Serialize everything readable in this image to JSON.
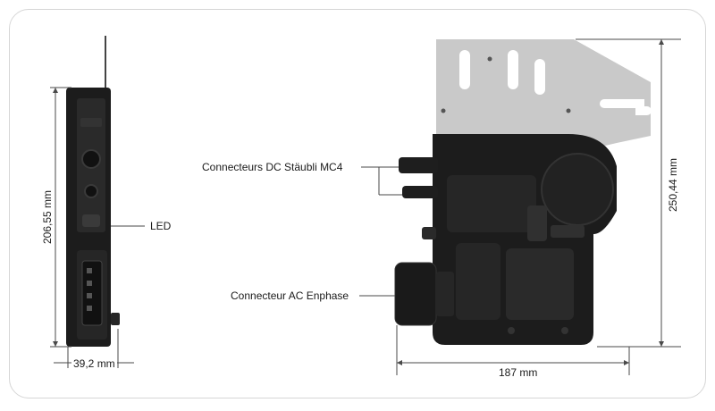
{
  "annotations": {
    "led": "LED",
    "dc_connectors": "Connecteurs DC Stäubli MC4",
    "ac_connector": "Connecteur AC Enphase"
  },
  "dimensions": {
    "side_height": "206,55 mm",
    "side_width": "39,2 mm",
    "front_height": "250,44 mm",
    "front_width": "187 mm"
  },
  "colors": {
    "body": "#1c1c1c",
    "body_detail": "#2c2c2c",
    "bracket": "#c9c9c9",
    "dimension_line": "#4a4a4a",
    "card_border": "#d6d6d6"
  }
}
